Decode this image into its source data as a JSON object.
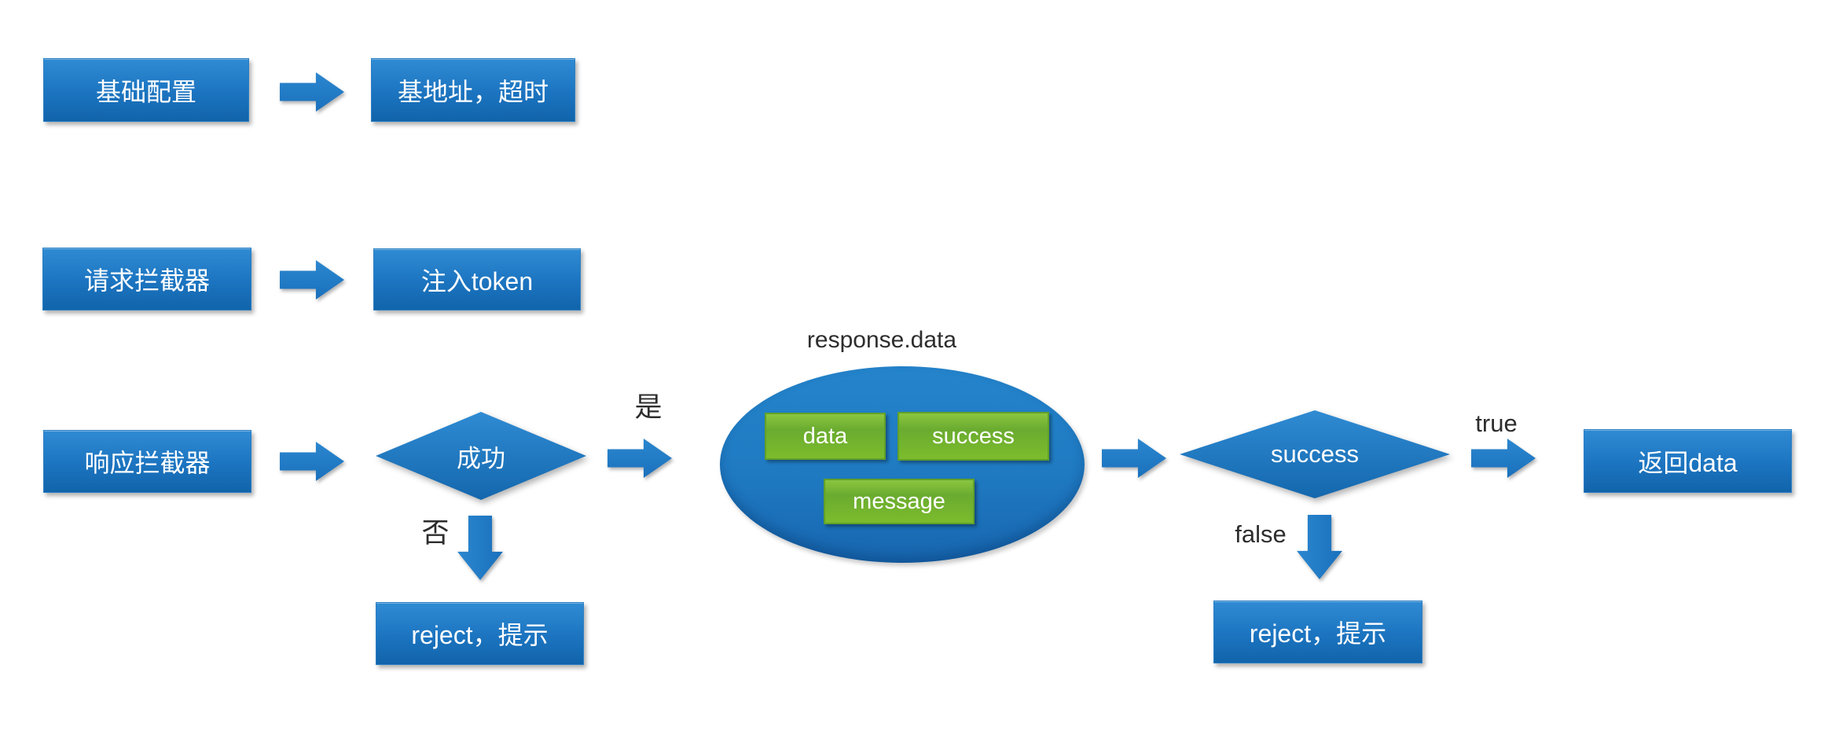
{
  "flowchart": {
    "row1": {
      "source": "基础配置",
      "target": "基地址，超时"
    },
    "row2": {
      "source": "请求拦截器",
      "target": "注入token"
    },
    "row3": {
      "source": "响应拦截器",
      "decision1": "成功",
      "yes_label": "是",
      "no_label": "否",
      "reject_left": "reject，提示",
      "ellipse_title": "response.data",
      "fields": [
        "data",
        "success",
        "message"
      ],
      "decision2": "success",
      "true_label": "true",
      "false_label": "false",
      "reject_right": "reject，提示",
      "result": "返回data"
    },
    "colors": {
      "node_blue": "#1c74c0",
      "node_blue_light": "#2f8bd3",
      "node_blue_dark": "#1164aa",
      "field_green": "#7cbc2c",
      "field_green_dark": "#61a02a",
      "label_text": "#2d2d2d",
      "node_text": "#ffffff",
      "background": "#ffffff"
    }
  }
}
